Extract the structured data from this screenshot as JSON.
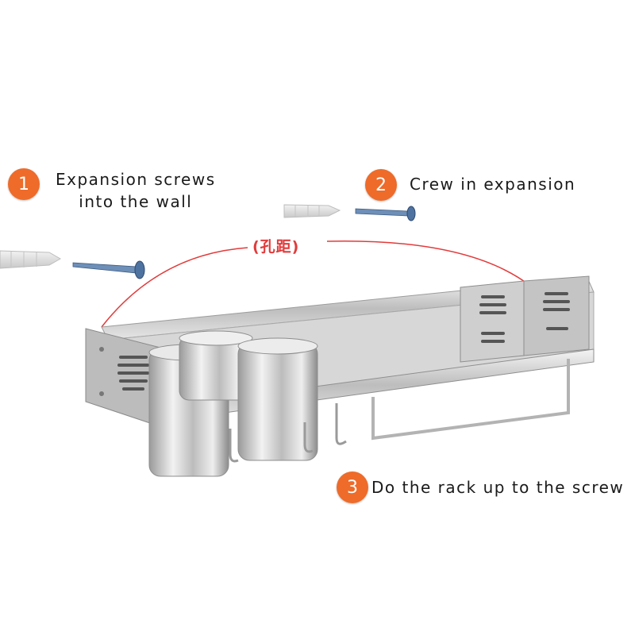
{
  "colors": {
    "badge": "#ee6b2a",
    "hole_spacing": "#e23b3b",
    "steel": "#c9c9c9",
    "screw": "#5d7fa8"
  },
  "steps": [
    {
      "number": "1",
      "line1": "Expansion screws",
      "line2": "into the wall"
    },
    {
      "number": "2",
      "line1": "Crew in expansion"
    },
    {
      "number": "3",
      "line1": "Do the rack up to the screw"
    }
  ],
  "hole_spacing_label": "(孔距)",
  "icons": [
    "wall-anchor-icon",
    "screw-icon",
    "spice-rack-illustration"
  ]
}
